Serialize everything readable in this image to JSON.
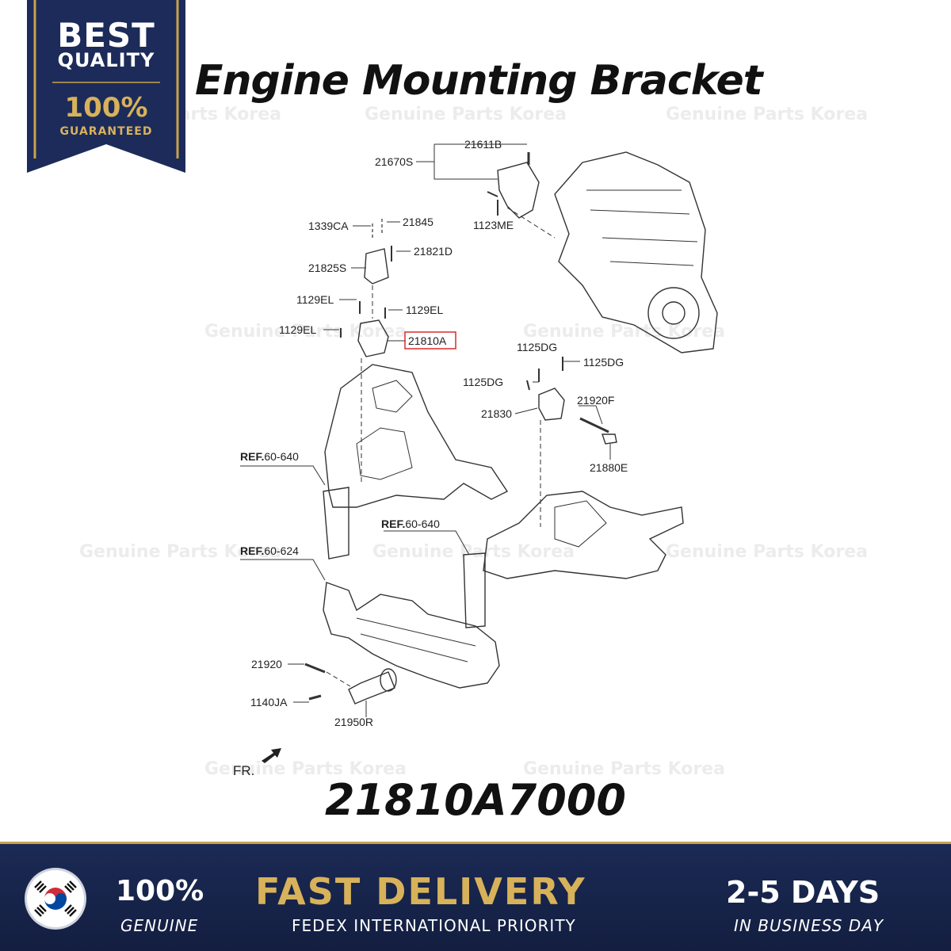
{
  "badge": {
    "line1": "BEST",
    "line2": "QUALITY",
    "line3": "100%",
    "line4": "GUARANTEED",
    "colors": {
      "navy": "#1c2b5a",
      "gold": "#c9a24a"
    }
  },
  "title": "Engine Mounting Bracket",
  "watermark": "Genuine Parts Korea",
  "diagram": {
    "labels": [
      "21611B",
      "21670S",
      "1123ME",
      "1339CA",
      "21845",
      "21821D",
      "21825S",
      "1129EL",
      "1129EL",
      "1129EL",
      "21810A",
      "1125DG",
      "1125DG",
      "1125DG",
      "21830",
      "21920F",
      "21880E",
      "21920",
      "1140JA",
      "21950R"
    ],
    "refs": [
      {
        "prefix": "REF.",
        "code": "60-640"
      },
      {
        "prefix": "REF.",
        "code": "60-640"
      },
      {
        "prefix": "REF.",
        "code": "60-624"
      }
    ],
    "front": "FR.",
    "highlight_color": "#d92b2b"
  },
  "part_number": "21810A7000",
  "footer": {
    "genuine_head": "100%",
    "genuine_sub": "GENUINE",
    "fast_head": "FAST DELIVERY",
    "fast_sub": "FEDEX INTERNATIONAL PRIORITY",
    "days_head": "2-5 DAYS",
    "days_sub": "IN BUSINESS DAY",
    "flag_icon": "korea-flag-icon"
  }
}
